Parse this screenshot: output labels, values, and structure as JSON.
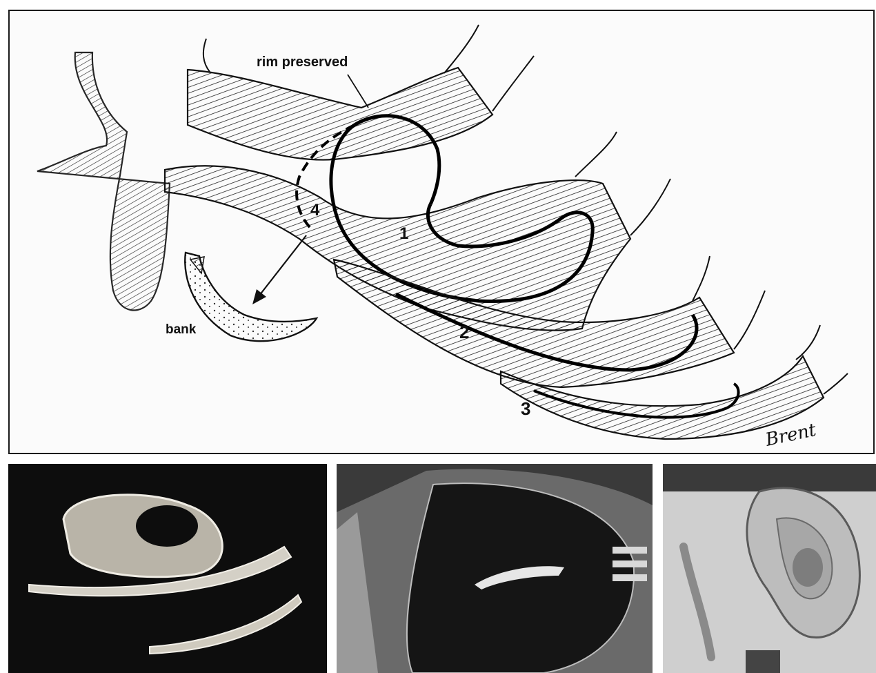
{
  "figure": {
    "drawing": {
      "labels": {
        "rim": "rim preserved",
        "bank": "bank",
        "n1": "1",
        "n2": "2",
        "n3": "3",
        "n4": "4"
      },
      "signature": "Brent"
    },
    "photos": [
      {
        "subject": "carved cartilage pieces"
      },
      {
        "subject": "cartilage donor site"
      },
      {
        "subject": "reconstructed ear"
      }
    ],
    "colors": {
      "ink": "#111111",
      "paper": "#fbfbfb",
      "photo_dark": "#0d0d0d"
    }
  }
}
